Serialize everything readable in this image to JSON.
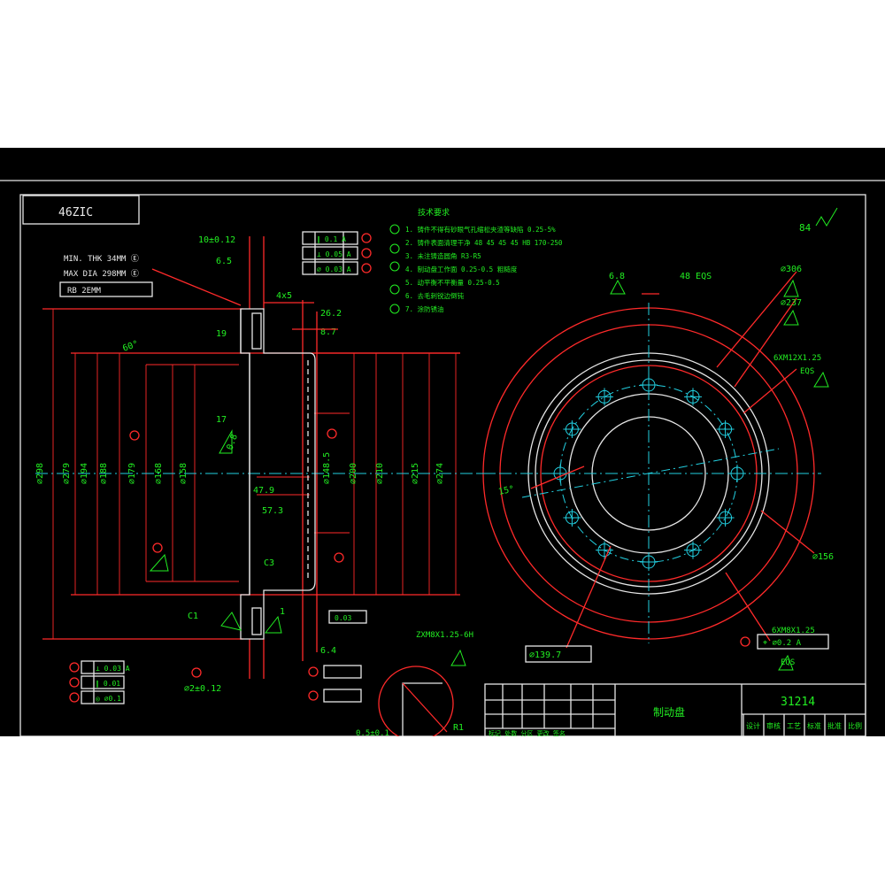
{
  "drawing": {
    "top_left_box": "46ZIC",
    "top_right_symbol": "84",
    "notes_title": "技术要求",
    "notes": [
      "1. 铸件不得有砂眼气孔缩松夹渣等缺陷 0.25-5%",
      "2. 铸件表面清理干净 48 45 45 45 HB 170-250",
      "3. 未注铸造圆角 R3-R5",
      "4. 制动盘工作面 0.25-0.5 粗糙度",
      "5. 动平衡不平衡量 0.25-0.5",
      "6. 去毛刺锐边倒钝",
      "7. 涂防锈油"
    ],
    "left_labels": {
      "min_thk": "MIN. THK 34MM Ⓔ",
      "max_dia": "MAX DIA 298MM Ⓔ",
      "grade": "RB 2EMM",
      "top_dim": "10±0.12",
      "dim_65": "6.5",
      "dim_4x5": "4x5",
      "dim_262": "26.2",
      "dim_19": "19",
      "dim_87": "8.7",
      "dim_60deg": "60°",
      "dim_17": "17",
      "dim_08": "0.8",
      "dim_479": "47.9",
      "dim_573": "57.3",
      "dim_c3": "C3",
      "dim_c1": "C1",
      "dim_1": "1",
      "dim_64": "6.4",
      "bottom_dim": "⌀2±0.12",
      "dim_r1": "R1",
      "tol_bottom": "0.03",
      "chamfer_note": "0.5±0.1"
    },
    "vertical_dims": [
      "⌀298",
      "⌀279",
      "⌀194",
      "⌀188",
      "⌀179",
      "⌀168",
      "⌀158",
      "⌀148.5",
      "⌀200",
      "⌀210",
      "⌀215",
      "⌀274"
    ],
    "circle_labels": {
      "top_a": "6.8",
      "top_b": "48 EQS",
      "d306": "⌀306",
      "d237": "⌀237",
      "holes": "6XM12X1.25",
      "holes_eqs": "EQS",
      "angle": "15°",
      "d156": "⌀156",
      "bottom_note": "6XM8X1.25",
      "bottom_eqs": "EQS",
      "pcd": "⌀139.7",
      "center": "ZXM8X1.25-6H"
    },
    "fcf_right": "⌖ ⌀0.2 A",
    "fcf_left": [
      "⊥ 0.03 A",
      "∥ 0.01",
      "◎ ⌀0.1"
    ],
    "fcf_top": [
      "∥ 0.1 A",
      "⊥ 0.05 A",
      "⌀ 0.03 A"
    ],
    "title_block": {
      "part_no": "31214",
      "name": "制动盘",
      "bottom_cells": [
        "设计",
        "审核",
        "工艺",
        "标准",
        "批准",
        "比例"
      ],
      "table_row": "标记 处数 分区 更改 签名"
    }
  }
}
